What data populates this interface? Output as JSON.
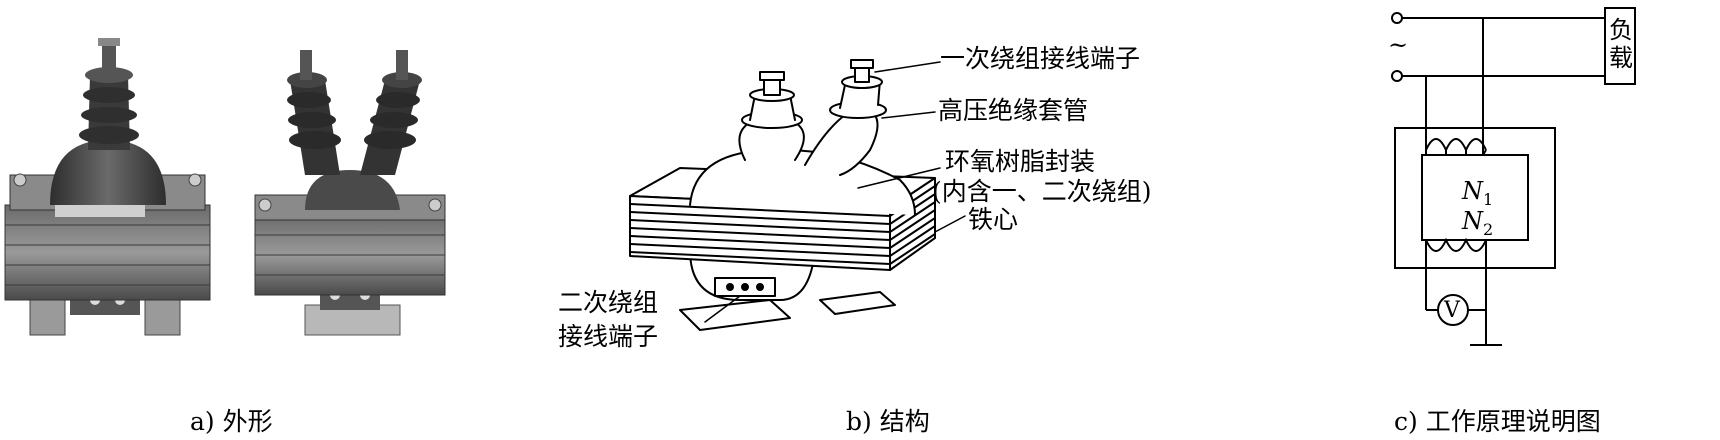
{
  "panels": {
    "a": {
      "caption": "a) 外形"
    },
    "b": {
      "caption": "b) 结构",
      "labels": {
        "primary_terminal": "一次绕组接线端子",
        "hv_bushing": "高压绝缘套管",
        "epoxy_line1": "环氧树脂封装",
        "epoxy_line2": "(内含一、二次绕组)",
        "core": "铁心",
        "secondary_terminal_line1": "二次绕组",
        "secondary_terminal_line2": "接线端子"
      }
    },
    "c": {
      "caption": "c) 工作原理说明图",
      "source_symbol": "~",
      "load_label": "负载",
      "n1_base": "N",
      "n1_sub": "1",
      "n2_base": "N",
      "n2_sub": "2",
      "voltmeter": "V"
    }
  },
  "colors": {
    "ink": "#000000",
    "photo_dark": "#3a3a3a",
    "photo_mid": "#7a7a7a",
    "photo_light": "#c8c8c8"
  }
}
